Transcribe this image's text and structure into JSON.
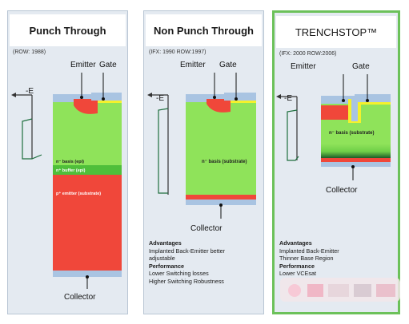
{
  "panels": [
    {
      "title": "Punch Through",
      "subtitle": "(ROW: 1988)",
      "emitter": "Emitter",
      "gate": "Gate",
      "e_label": "-E",
      "layers": [
        "n⁻ basis (epi)",
        "n⁺ buffer (epi)",
        "p⁺ emitter (substrate)"
      ],
      "collector": "Collector"
    },
    {
      "title": "Non Punch Through",
      "subtitle": "(IFX: 1990 ROW:1997)",
      "emitter": "Emitter",
      "gate": "Gate",
      "e_label": "-E",
      "layers": [
        "n⁻ basis (substrate)"
      ],
      "collector": "Collector",
      "advantages_heading": "Advantages",
      "advantages": [
        "Implanted Back-Emitter better",
        "adjustable"
      ],
      "performance_heading": "Performance",
      "performance": [
        "Lower Switching losses",
        "Higher Switching Robustness"
      ]
    },
    {
      "title": "TRENCHSTOP™",
      "subtitle": "(IFX: 2000 ROW:2006)",
      "emitter": "Emitter",
      "gate": "Gate",
      "e_label": "-E",
      "layers": [
        "n⁻ basis (substrate)"
      ],
      "collector": "Collector",
      "advantages_heading": "Advantages",
      "advantages": [
        "Implanted Back-Emitter",
        "Thinner Base Region"
      ],
      "performance_heading": "Performance",
      "performance": [
        "Lower VCEsat"
      ]
    }
  ],
  "colors": {
    "n_basis": "#8fe35a",
    "n_buffer": "#4fbf3a",
    "p_emitter": "#f0473a",
    "metal": "#a9c4e2",
    "gate_yellow": "#f4f12c",
    "highlight_border": "#6cc15a",
    "panel_bg": "#e4eaf1"
  }
}
